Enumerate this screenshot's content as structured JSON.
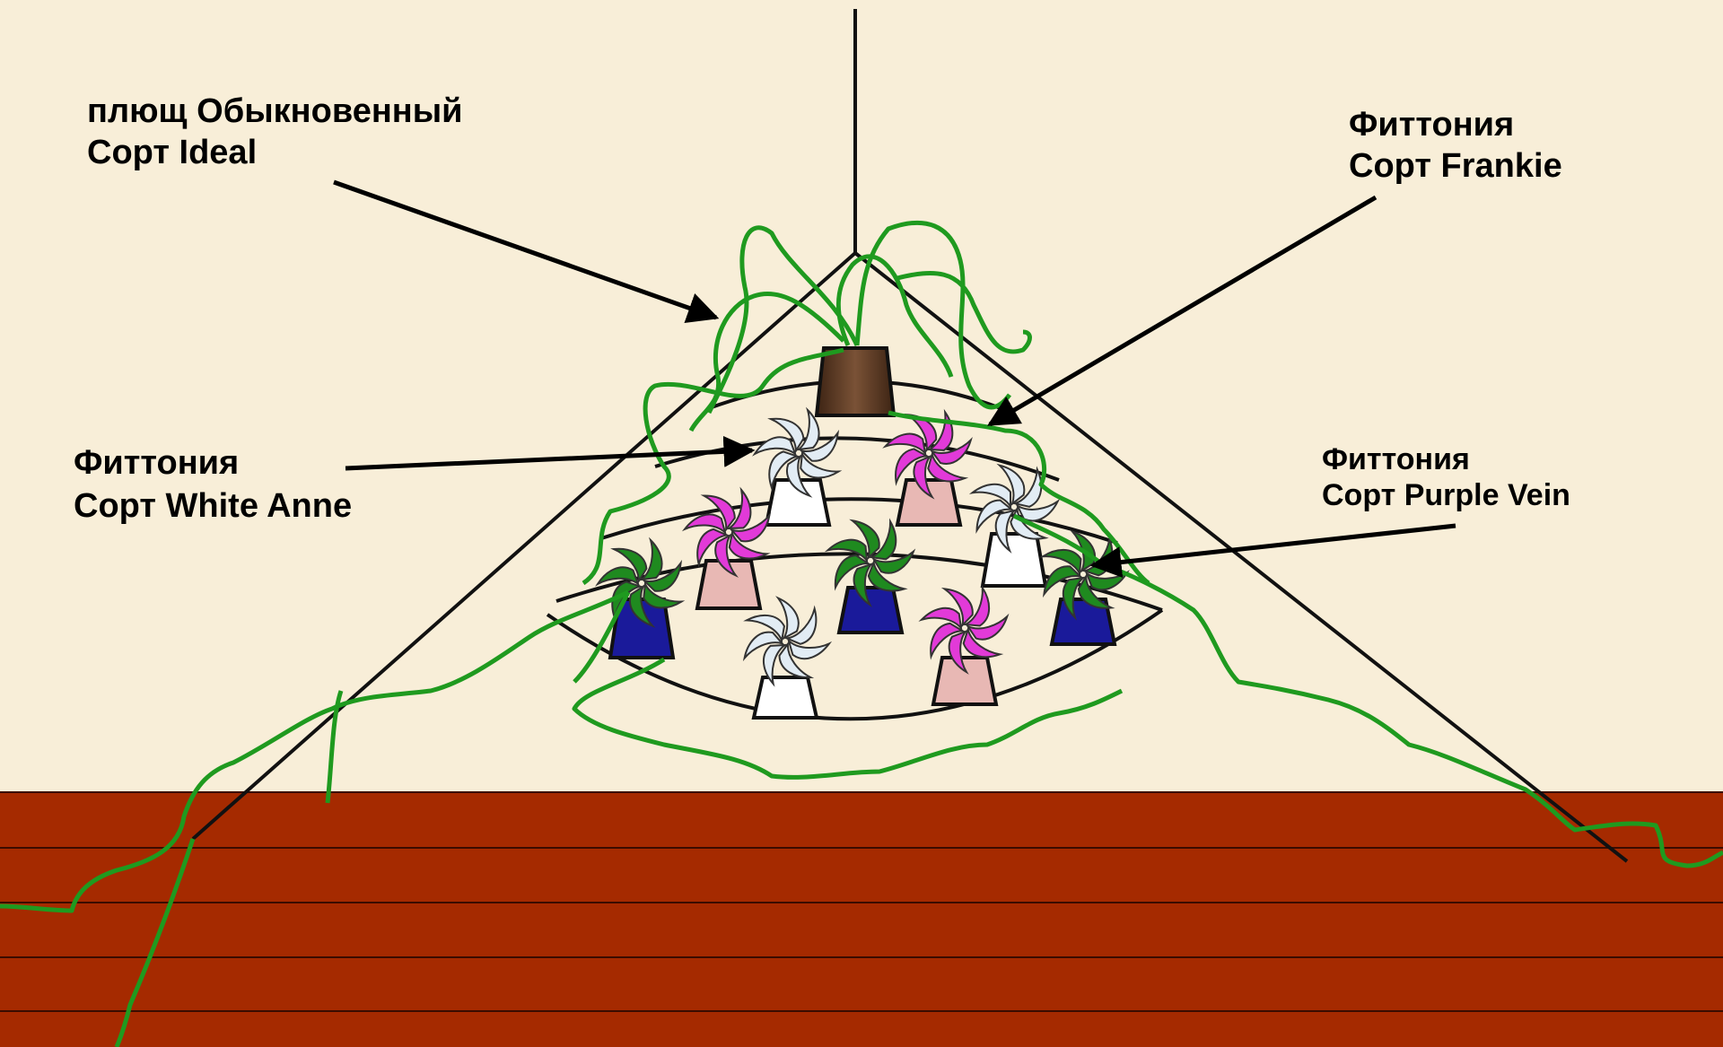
{
  "labels": {
    "ivy": {
      "line1": "плющ Обыкновенный",
      "line2": "Сорт Ideal"
    },
    "frankie": {
      "line1": "Фиттония",
      "line2": "Сорт Frankie"
    },
    "white_anne": {
      "line1": "Фиттония",
      "line2": "Сорт White Anne"
    },
    "purple_vein": {
      "line1": "Фиттония",
      "line2": "Сорт Purple Vein"
    }
  },
  "colors": {
    "background": "#f8eed8",
    "floor": "#a52a00",
    "vine": "#1f9a1f",
    "white_leaf": "#e2ecf4",
    "pink_leaf": "#e23ad8",
    "green_leaf": "#1f8a1f",
    "blue_pot": "#1a1a9a",
    "pink_pot": "#e8b8b4",
    "white_pot": "#ffffff",
    "top_pot": "#5c3a24"
  }
}
